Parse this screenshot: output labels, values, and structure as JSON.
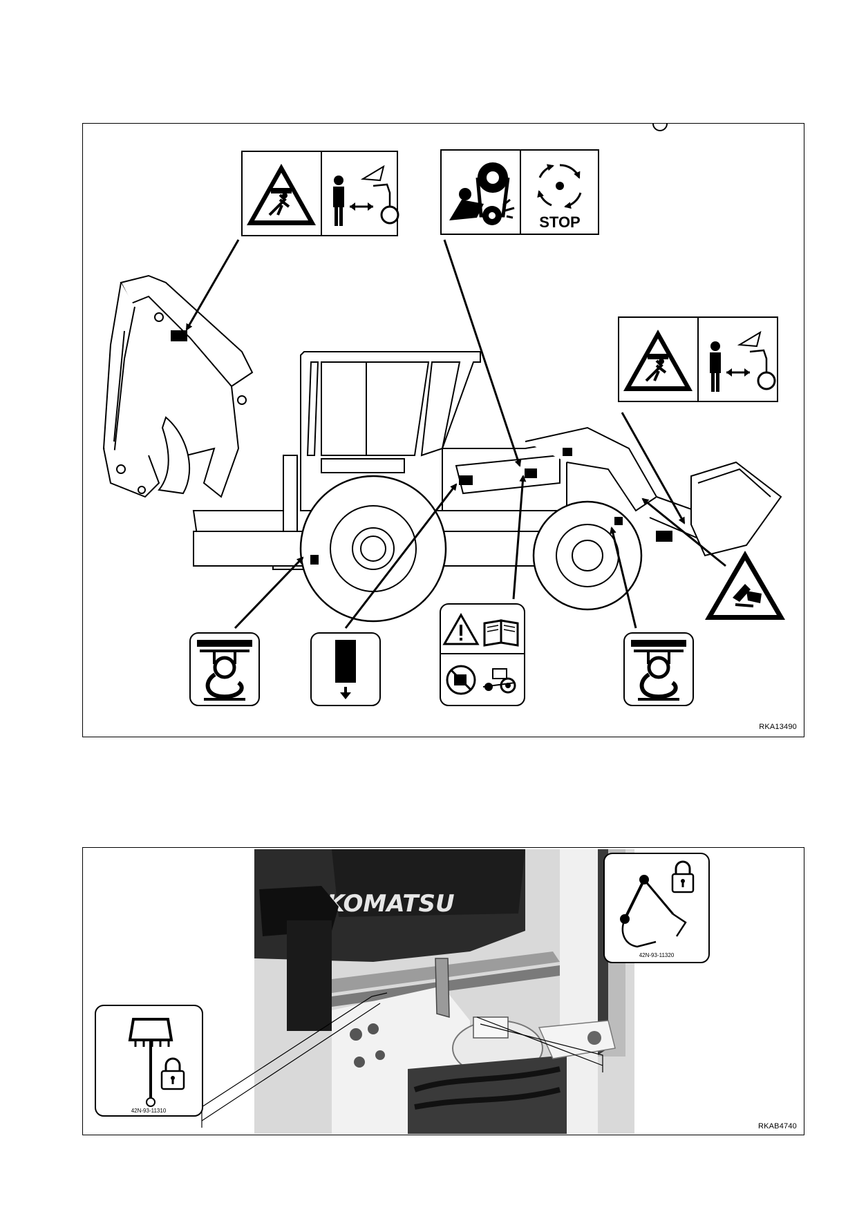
{
  "figure1": {
    "code": "RKA13490",
    "decals": {
      "rear_crush": {
        "icons": [
          "crush-warning-icon",
          "keep-distance-icon"
        ]
      },
      "belt_fan": {
        "icons": [
          "belt-entanglement-icon",
          "fan-stop-icon"
        ],
        "stop_label": "STOP"
      },
      "front_crush": {
        "icons": [
          "crush-warning-icon",
          "keep-distance-icon"
        ]
      },
      "hand_crush": {
        "icons": [
          "hand-crush-warning-icon"
        ]
      },
      "lift_point_left": {
        "icons": [
          "lifting-hook-icon"
        ]
      },
      "lift_point_right": {
        "icons": [
          "lifting-hook-icon"
        ]
      },
      "lower_arrow": {
        "icons": [
          "lowering-arrow-icon"
        ]
      },
      "manual_battery": {
        "icons": [
          "warning-icon",
          "read-manual-icon",
          "no-jump-start-icon",
          "tractor-icon"
        ]
      }
    }
  },
  "figure2": {
    "code": "RKAB4740",
    "brand": "KOMATSU",
    "decals": {
      "boom_lock": {
        "code": "42N-93-11320",
        "icons": [
          "backhoe-boom-icon",
          "padlock-icon"
        ]
      },
      "loader_lock": {
        "code": "42N-93-11310",
        "icons": [
          "loader-bucket-icon",
          "padlock-icon"
        ]
      }
    }
  },
  "colors": {
    "ink": "#000000",
    "paper": "#ffffff",
    "photo_dark": "#2b2b2b",
    "photo_mid": "#8a8a8a",
    "photo_light": "#d9d9d9"
  }
}
